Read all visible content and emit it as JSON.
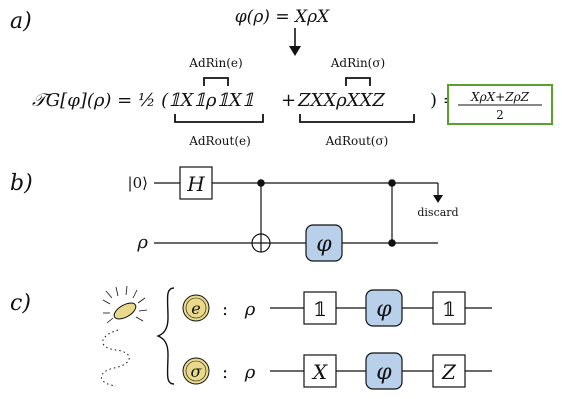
{
  "panels": {
    "a": {
      "label": "a)",
      "phi_def": "φ(ρ) = XρX",
      "equation_lhs": "𝒯G[φ](ρ) = ½ (",
      "term_e": "𝟙X𝟙ρ𝟙X𝟙",
      "plus": "+",
      "term_sigma": "ZXXρXXZ",
      "close_eq": ") =",
      "ad_in_e": "AdRin(e)",
      "ad_in_sigma": "AdRin(σ)",
      "ad_out_e": "AdRout(e)",
      "ad_out_sigma": "AdRout(σ)",
      "result_num": "XρX+ZρZ",
      "result_den": "2",
      "result_border_color": "#5aa02c"
    },
    "b": {
      "label": "b)",
      "ket_zero": "|0⟩",
      "rho": "ρ",
      "h_gate": "H",
      "phi_gate": "φ",
      "discard": "discard",
      "phi_fill": "#b8d0ea"
    },
    "c": {
      "label": "c)",
      "coin_e": "e",
      "coin_sigma": "σ",
      "colon": ":",
      "rho": "ρ",
      "gate_e1": "𝟙",
      "gate_e2": "𝟙",
      "gate_s1": "X",
      "gate_s2": "Z",
      "phi_gate": "φ",
      "coin_fill": "#e9d98b"
    }
  }
}
